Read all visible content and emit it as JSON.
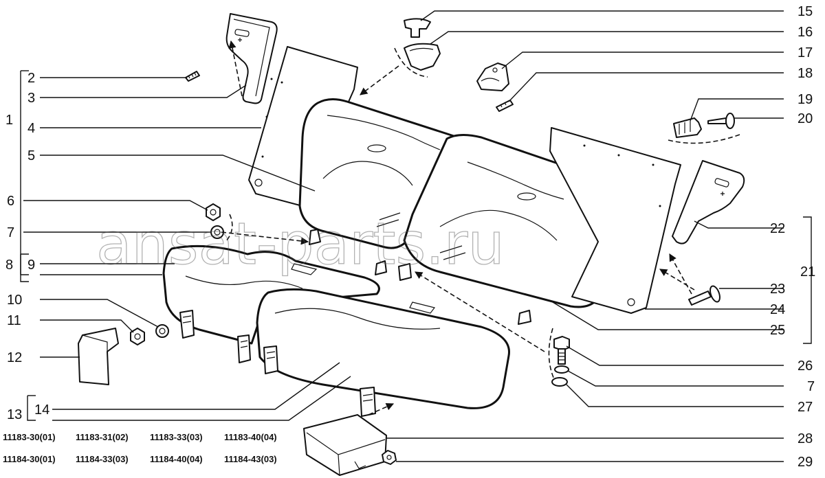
{
  "callouts_left": [
    "1",
    "2",
    "3",
    "4",
    "5",
    "6",
    "7",
    "8",
    "9",
    "10",
    "11",
    "12",
    "13",
    "14"
  ],
  "callouts_right": [
    "15",
    "16",
    "17",
    "18",
    "19",
    "20",
    "21",
    "22",
    "23",
    "24",
    "25",
    "26",
    "7",
    "27",
    "28",
    "29"
  ],
  "codes": [
    [
      "11183-30(01)",
      "11183-31(02)",
      "11183-33(03)",
      "11183-40(04)"
    ],
    [
      "11184-30(01)",
      "11184-33(03)",
      "11184-40(04)",
      "11184-43(03)"
    ]
  ],
  "watermark": "ansat-parts.ru"
}
